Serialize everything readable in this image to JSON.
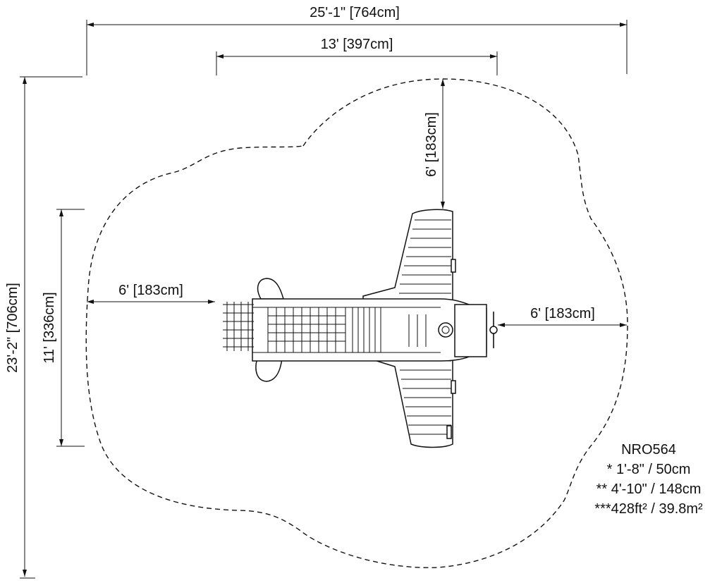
{
  "dimensions": {
    "overall_width": "25'-1\" [764cm]",
    "equipment_width": "13' [397cm]",
    "clearance_top": "6' [183cm]",
    "clearance_left": "6' [183cm]",
    "clearance_right": "6' [183cm]",
    "overall_length": "23'-2\" [706cm]",
    "equipment_length": "11' [336cm]"
  },
  "specs": {
    "model": "NRO564",
    "line1": "* 1'-8\" / 50cm",
    "line2": "** 4'-10\" / 148cm",
    "line3": "***428ft² / 39.8m²"
  },
  "colors": {
    "ink": "#111111",
    "background": "#ffffff"
  }
}
